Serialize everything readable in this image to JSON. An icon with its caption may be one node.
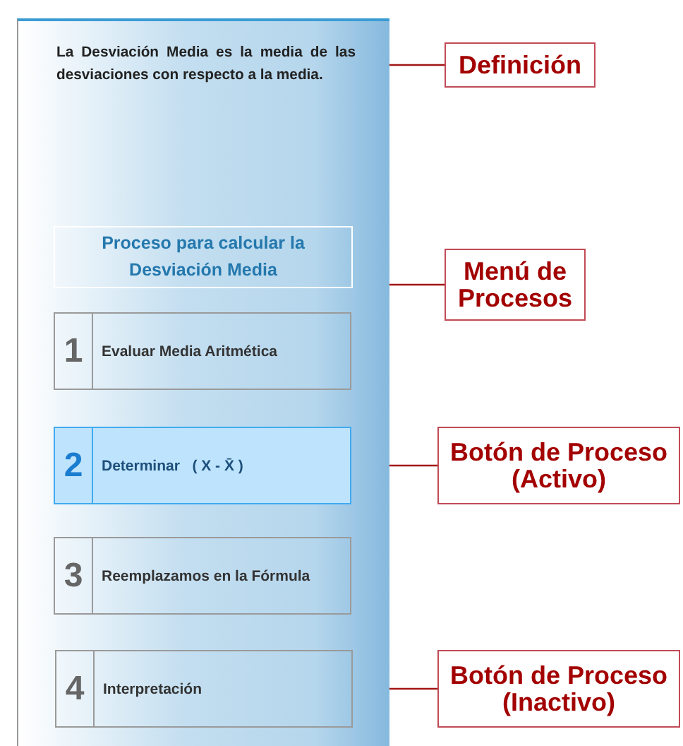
{
  "diagram": {
    "nodes": [
      {
        "text": [],
        "shape": "box"
      },
      {
        "text": [
          "La Desviación Media es la media de las desviaciones con respecto a la media."
        ],
        "in": 0
      },
      {
        "text": [
          "Proceso para calcular la Desviación  Media"
        ],
        "in": 0
      },
      {
        "text": [
          "1",
          "Evaluar Media Aritmética"
        ],
        "in": 0
      },
      {
        "text": [
          "2",
          "Determinar   ( X - X̄ )"
        ],
        "in": 0
      },
      {
        "text": [
          "3",
          "Reemplazamos en la Fórmula"
        ],
        "in": 0
      },
      {
        "text": [
          "4",
          "Interpretación"
        ],
        "in": 0
      },
      {
        "text": [
          "Definición"
        ]
      },
      {
        "text": [
          "Menú de Procesos"
        ]
      },
      {
        "text": [
          "Botón de Proceso (Activo)"
        ]
      },
      {
        "text": [
          "Botón de Proceso (Inactivo)"
        ]
      }
    ],
    "edges": [
      {
        "from": 7,
        "to": 1,
        "arrow": "none"
      },
      {
        "from": 8,
        "to": 2,
        "arrow": "none"
      },
      {
        "from": 9,
        "to": 4,
        "arrow": "none"
      },
      {
        "from": 10,
        "to": 6,
        "arrow": "none"
      }
    ]
  }
}
